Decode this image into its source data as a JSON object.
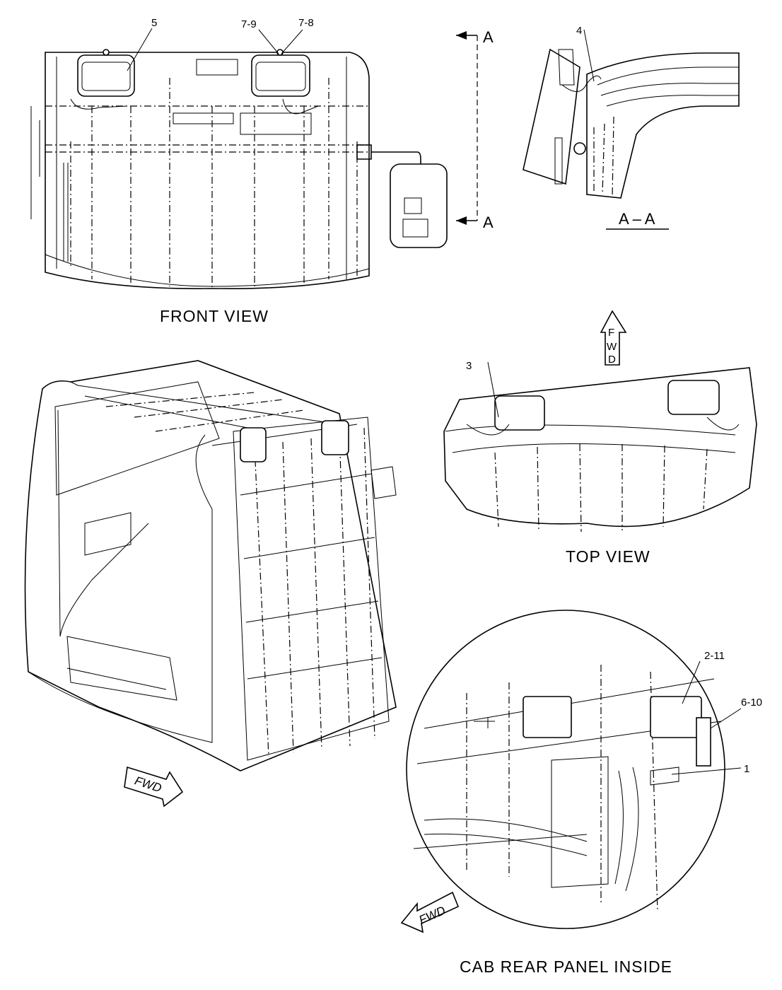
{
  "views": {
    "front": "FRONT  VIEW",
    "top": "TOP  VIEW",
    "cab_rear": "CAB  REAR  PANEL  INSIDE",
    "section": "A – A"
  },
  "section_marks": {
    "upper": "A",
    "lower": "A"
  },
  "callouts": {
    "c5": "5",
    "c7_9": "7-9",
    "c7_8": "7-8",
    "c4": "4",
    "c3": "3",
    "c2_11": "2-11",
    "c6_10": "6-10",
    "c1": "1"
  },
  "direction_arrows": {
    "top_view_fwd": [
      "F",
      "W",
      "D"
    ],
    "iso_fwd": "FWD",
    "detail_fwd": "FWD"
  }
}
